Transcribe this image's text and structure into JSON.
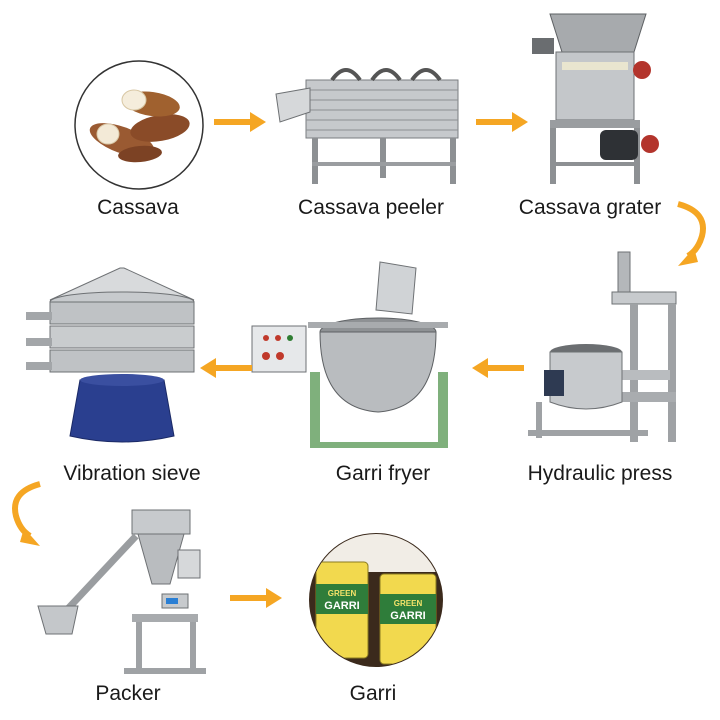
{
  "steps": [
    {
      "label": "Cassava",
      "icon": "cassava-roots-icon"
    },
    {
      "label": "Cassava peeler",
      "icon": "peeler-machine-icon"
    },
    {
      "label": "Cassava grater",
      "icon": "grater-machine-icon"
    },
    {
      "label": "Hydraulic press",
      "icon": "hydraulic-press-icon"
    },
    {
      "label": "Garri fryer",
      "icon": "fryer-machine-icon"
    },
    {
      "label": "Vibration sieve",
      "icon": "vibration-sieve-icon"
    },
    {
      "label": "Packer",
      "icon": "packer-machine-icon"
    },
    {
      "label": "Garri",
      "icon": "garri-bags-icon"
    }
  ],
  "bag_text": {
    "brand": "GREEN",
    "product": "GARRI"
  },
  "colors": {
    "arrow": "#f5a623",
    "steel": "#b9bcc0",
    "blue": "#2a3f8f"
  }
}
